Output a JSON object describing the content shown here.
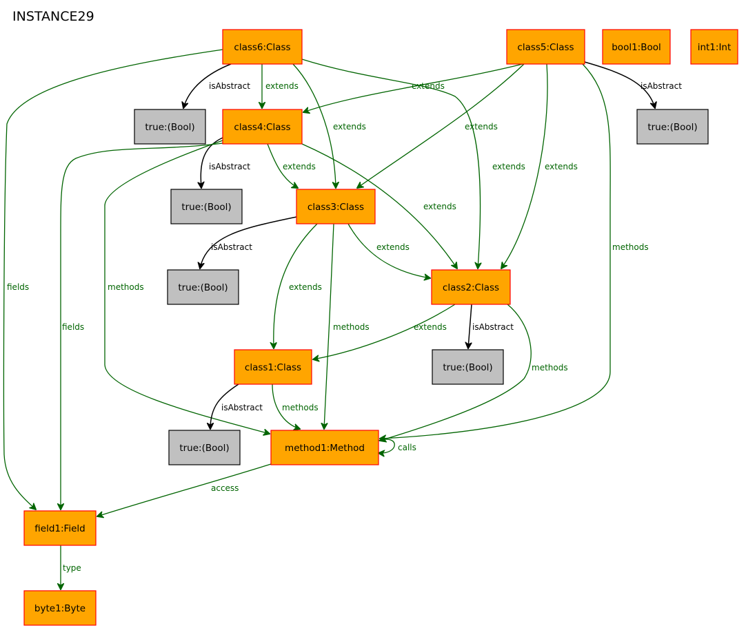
{
  "title": "INSTANCE29",
  "colors": {
    "object_fill": "#FFA500",
    "object_stroke": "#FF0000",
    "value_fill": "#C0C0C0",
    "value_stroke": "#000000",
    "green_edge": "#006400",
    "black_edge": "#000000"
  },
  "nodes": [
    {
      "id": "class6",
      "label": "class6:Class",
      "kind": "object"
    },
    {
      "id": "class5",
      "label": "class5:Class",
      "kind": "object"
    },
    {
      "id": "bool1",
      "label": "bool1:Bool",
      "kind": "object"
    },
    {
      "id": "int1",
      "label": "int1:Int",
      "kind": "object"
    },
    {
      "id": "true_c6",
      "label": "true:(Bool)",
      "kind": "value"
    },
    {
      "id": "class4",
      "label": "class4:Class",
      "kind": "object"
    },
    {
      "id": "true_c5",
      "label": "true:(Bool)",
      "kind": "value"
    },
    {
      "id": "true_c4",
      "label": "true:(Bool)",
      "kind": "value"
    },
    {
      "id": "class3",
      "label": "class3:Class",
      "kind": "object"
    },
    {
      "id": "true_c3",
      "label": "true:(Bool)",
      "kind": "value"
    },
    {
      "id": "class2",
      "label": "class2:Class",
      "kind": "object"
    },
    {
      "id": "class1",
      "label": "class1:Class",
      "kind": "object"
    },
    {
      "id": "true_c2",
      "label": "true:(Bool)",
      "kind": "value"
    },
    {
      "id": "true_c1",
      "label": "true:(Bool)",
      "kind": "value"
    },
    {
      "id": "method1",
      "label": "method1:Method",
      "kind": "object"
    },
    {
      "id": "field1",
      "label": "field1:Field",
      "kind": "object"
    },
    {
      "id": "byte1",
      "label": "byte1:Byte",
      "kind": "object"
    }
  ],
  "edges": [
    {
      "id": "e1",
      "from": "class6",
      "to": "true_c6",
      "label": "isAbstract",
      "color": "black"
    },
    {
      "id": "e2",
      "from": "class6",
      "to": "class4",
      "label": "extends",
      "color": "green"
    },
    {
      "id": "e3",
      "from": "class6",
      "to": "class3",
      "label": "extends",
      "color": "green"
    },
    {
      "id": "e4",
      "from": "class6",
      "to": "class2",
      "label": "extends",
      "color": "green"
    },
    {
      "id": "e5",
      "from": "class6",
      "to": "field1",
      "label": "fields",
      "color": "green"
    },
    {
      "id": "e6",
      "from": "class5",
      "to": "true_c5",
      "label": "isAbstract",
      "color": "black"
    },
    {
      "id": "e7",
      "from": "class5",
      "to": "class4",
      "label": "extends",
      "color": "green"
    },
    {
      "id": "e8",
      "from": "class5",
      "to": "class3",
      "label": "extends",
      "color": "green"
    },
    {
      "id": "e9",
      "from": "class5",
      "to": "class2",
      "label": "extends",
      "color": "green"
    },
    {
      "id": "e10",
      "from": "class5",
      "to": "method1",
      "label": "methods",
      "color": "green"
    },
    {
      "id": "e11",
      "from": "class4",
      "to": "true_c4",
      "label": "isAbstract",
      "color": "black"
    },
    {
      "id": "e12",
      "from": "class4",
      "to": "class3",
      "label": "extends",
      "color": "green"
    },
    {
      "id": "e13",
      "from": "class4",
      "to": "class2",
      "label": "extends",
      "color": "green"
    },
    {
      "id": "e14",
      "from": "class4",
      "to": "field1",
      "label": "fields",
      "color": "green"
    },
    {
      "id": "e15",
      "from": "class4",
      "to": "method1",
      "label": "methods",
      "color": "green"
    },
    {
      "id": "e16",
      "from": "class3",
      "to": "true_c3",
      "label": "isAbstract",
      "color": "black"
    },
    {
      "id": "e17",
      "from": "class3",
      "to": "class2",
      "label": "extends",
      "color": "green"
    },
    {
      "id": "e18",
      "from": "class3",
      "to": "class1",
      "label": "extends",
      "color": "green"
    },
    {
      "id": "e19",
      "from": "class3",
      "to": "method1",
      "label": "methods",
      "color": "green"
    },
    {
      "id": "e20",
      "from": "class2",
      "to": "class1",
      "label": "extends",
      "color": "green"
    },
    {
      "id": "e21",
      "from": "class2",
      "to": "true_c2",
      "label": "isAbstract",
      "color": "black"
    },
    {
      "id": "e22",
      "from": "class2",
      "to": "method1",
      "label": "methods",
      "color": "green"
    },
    {
      "id": "e23",
      "from": "class1",
      "to": "true_c1",
      "label": "isAbstract",
      "color": "black"
    },
    {
      "id": "e24",
      "from": "class1",
      "to": "method1",
      "label": "methods",
      "color": "green"
    },
    {
      "id": "e25",
      "from": "method1",
      "to": "method1",
      "label": "calls",
      "color": "green"
    },
    {
      "id": "e26",
      "from": "method1",
      "to": "field1",
      "label": "access",
      "color": "green"
    },
    {
      "id": "e27",
      "from": "field1",
      "to": "byte1",
      "label": "type",
      "color": "green"
    }
  ]
}
